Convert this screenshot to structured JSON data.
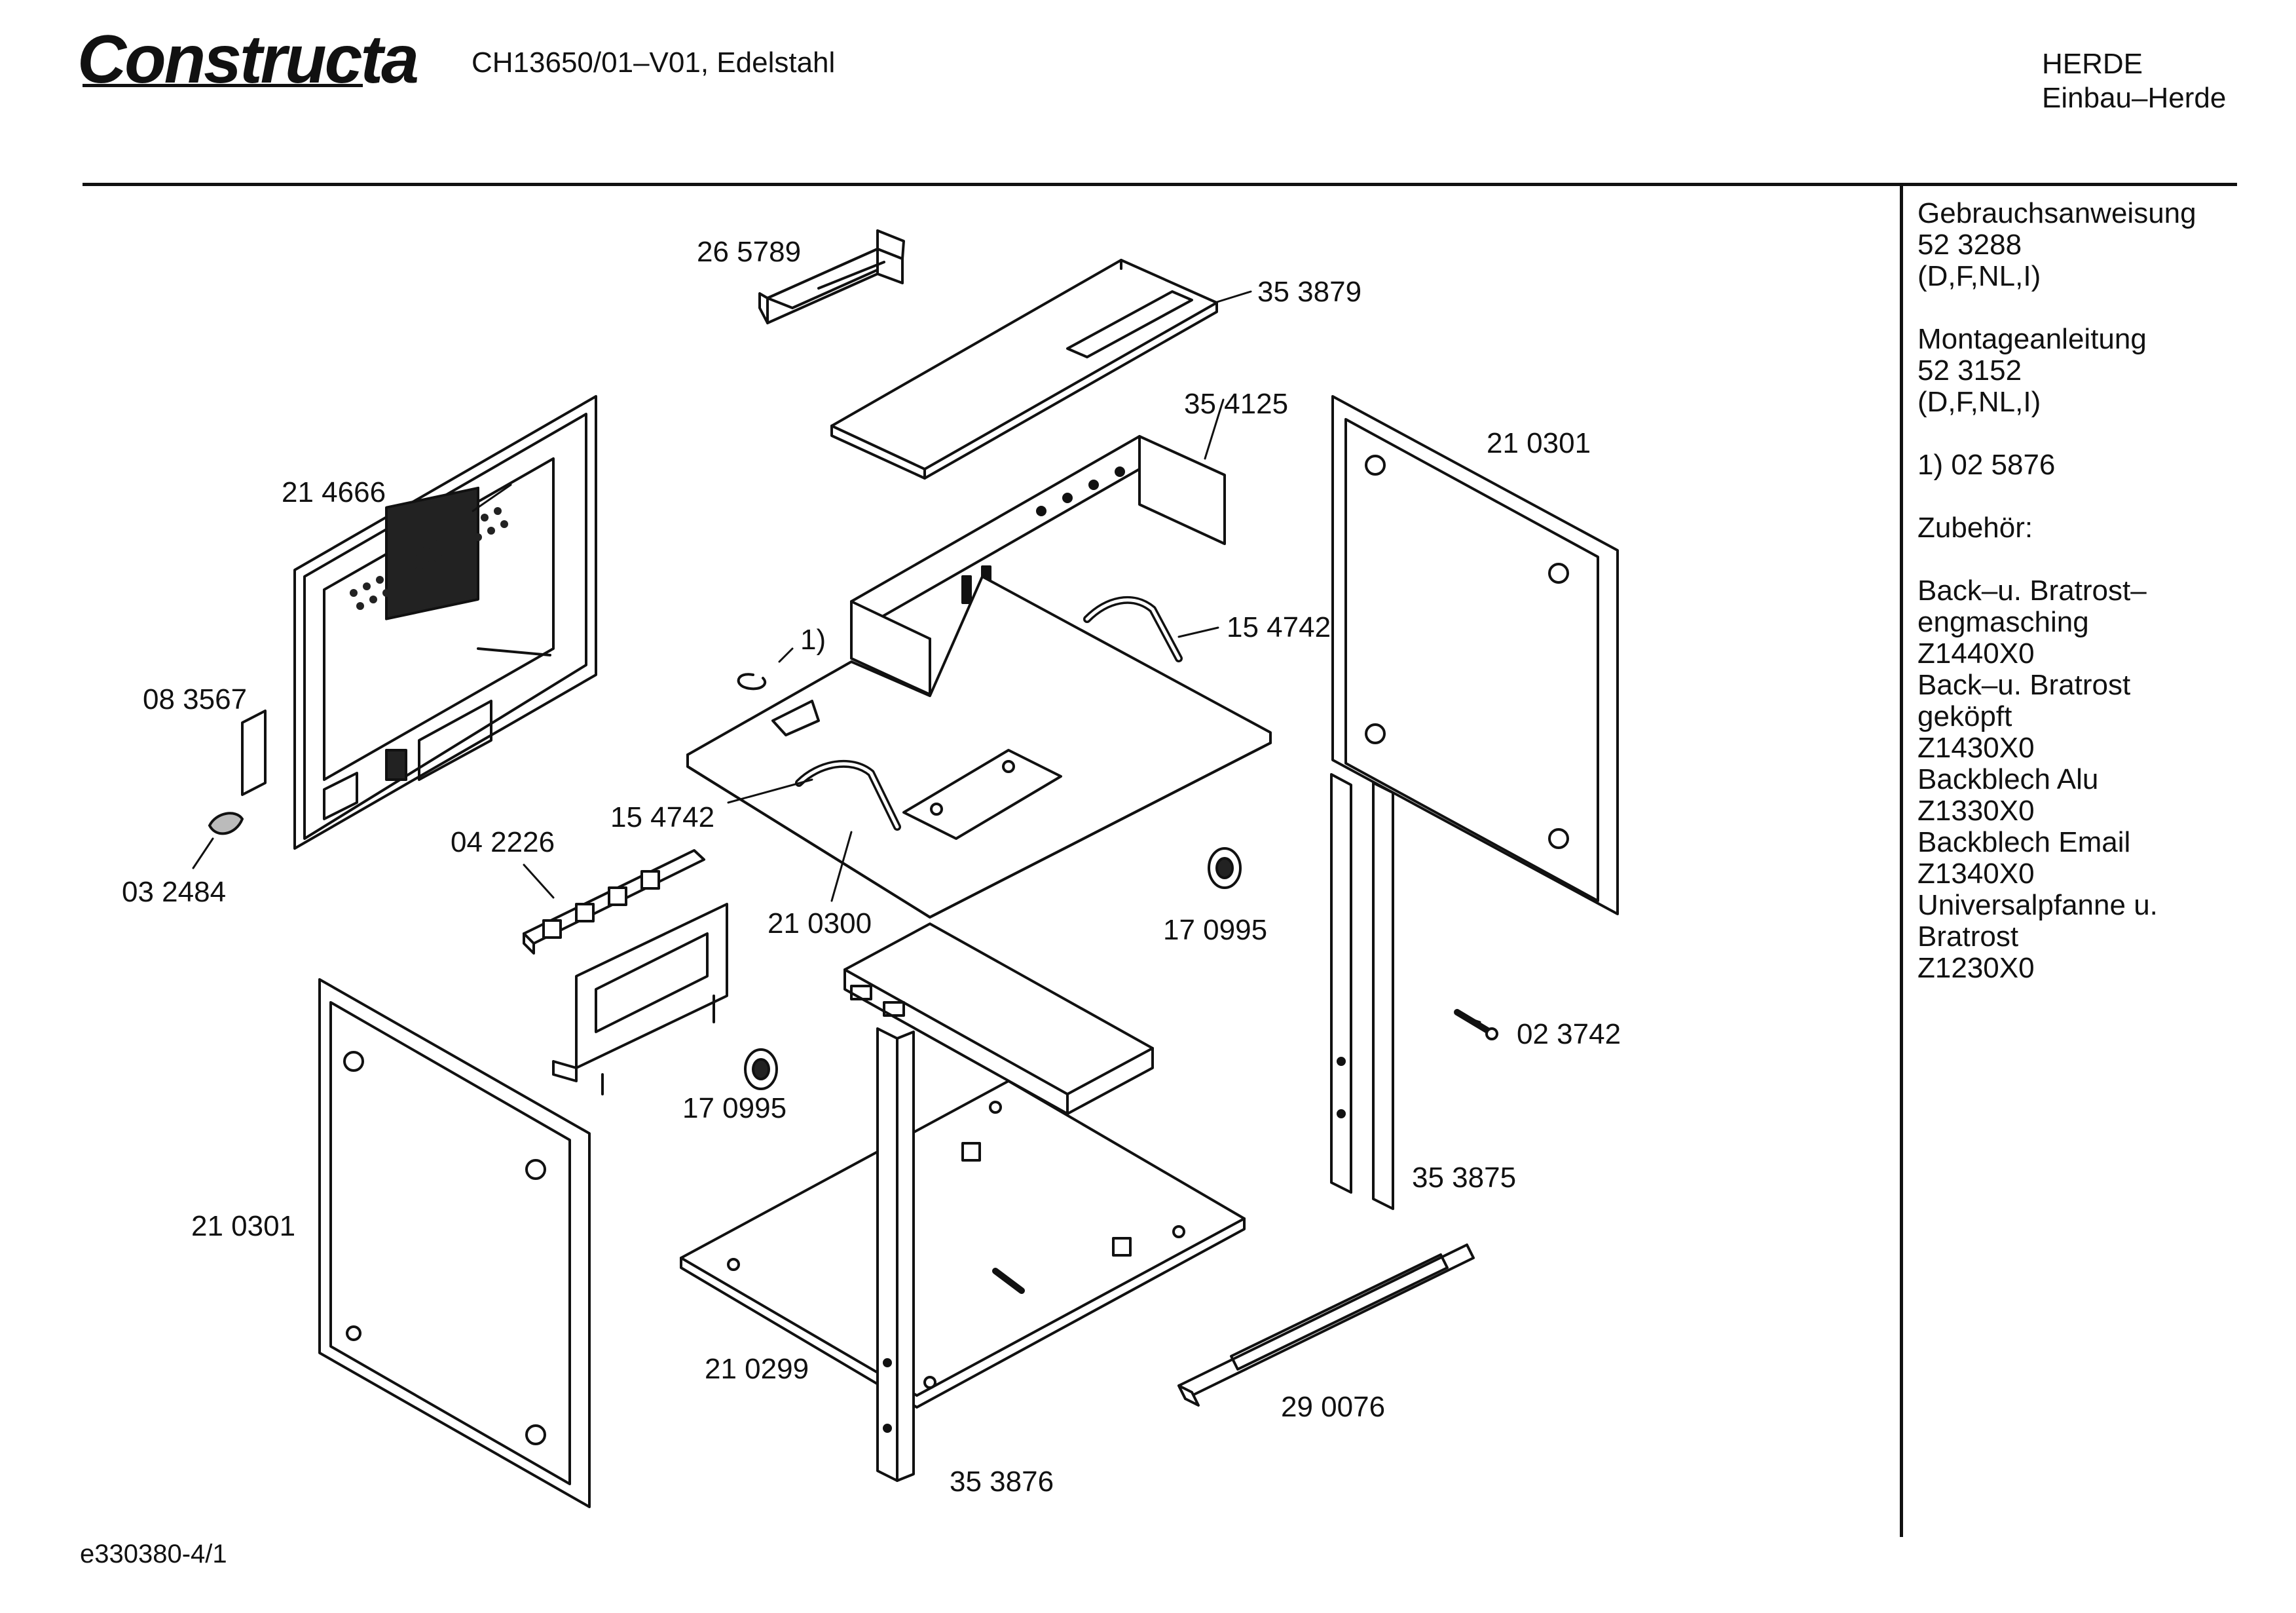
{
  "header": {
    "brand": "Constructa",
    "model": "CH13650/01–V01, Edelstahl",
    "category_line1": "HERDE",
    "category_line2": "Einbau–Herde"
  },
  "sidebar": {
    "lines": [
      "Gebrauchsanweisung",
      "52 3288",
      "(D,F,NL,I)",
      "",
      "Montageanleitung",
      "52 3152",
      "(D,F,NL,I)",
      "",
      "1)  02 5876",
      "",
      "Zubehör:",
      "",
      "Back–u. Bratrost–",
      "engmasching",
      "Z1440X0",
      "Back–u. Bratrost",
      "geköpft",
      "Z1430X0",
      "Backblech Alu",
      "Z1330X0",
      "Backblech Email",
      "Z1340X0",
      "Universalpfanne u.",
      "Bratrost",
      "Z1230X0"
    ]
  },
  "parts": [
    "26 5789",
    "35 3879",
    "35 4125",
    "21 0301",
    "21 4666",
    "1)",
    "15 4742",
    "08 3567",
    "15 4742",
    "04 2226",
    "03 2484",
    "21 0300",
    "17 0995",
    "17 0995",
    "02 3742",
    "35 3875",
    "21 0301",
    "21 0299",
    "29 0076",
    "35 3876"
  ],
  "footer": {
    "doc_id": "e330380-4/1"
  }
}
